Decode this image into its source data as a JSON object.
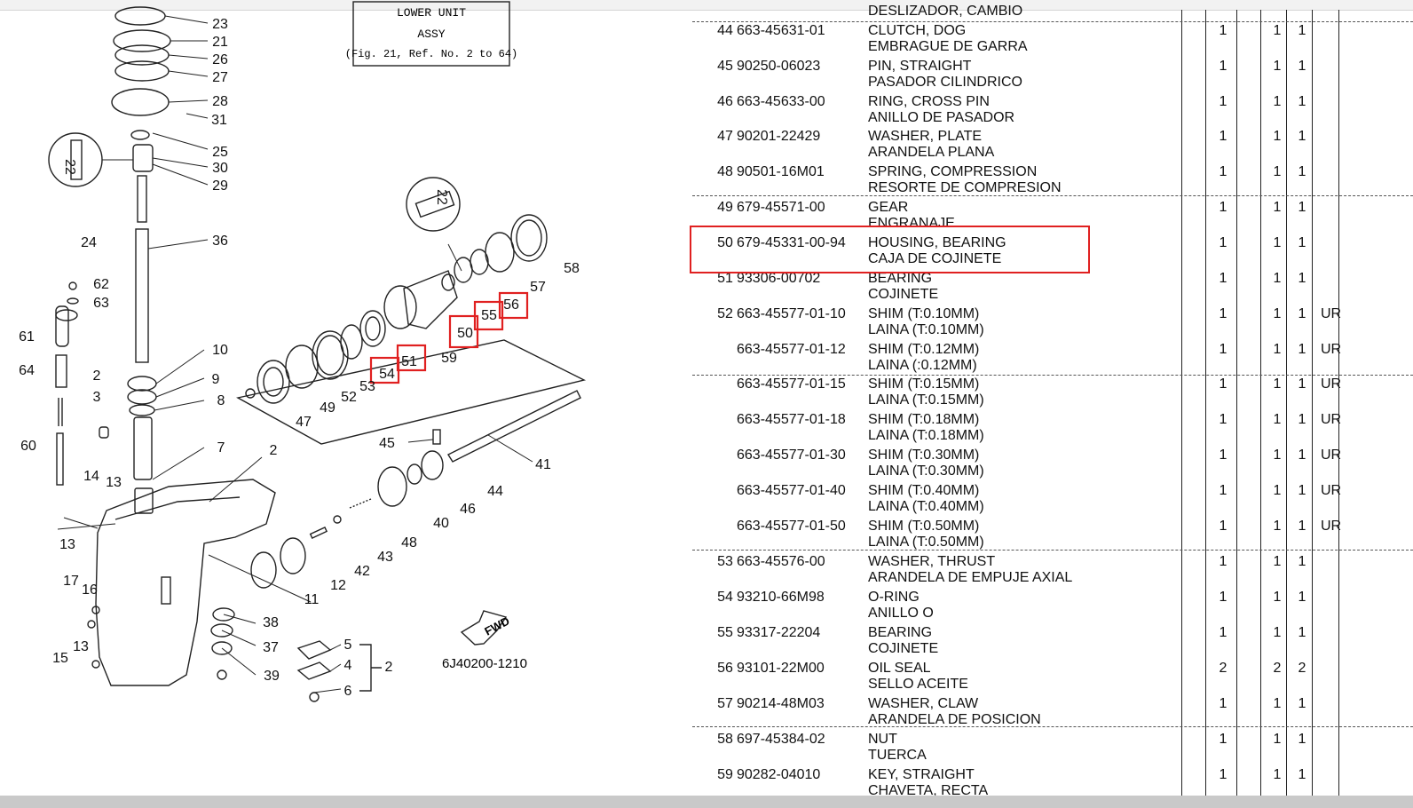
{
  "diagram": {
    "title_lines": [
      "LOWER UNIT",
      "ASSY",
      "(Fig. 21, Ref. No. 2 to 64)"
    ],
    "code": "6J40200-1210",
    "fwd_label": "FWD",
    "callouts": [
      "23",
      "21",
      "26",
      "27",
      "28",
      "31",
      "25",
      "30",
      "29",
      "36",
      "24",
      "62",
      "63",
      "61",
      "64",
      "10",
      "9",
      "8",
      "2",
      "3",
      "60",
      "7",
      "2",
      "14",
      "13",
      "13",
      "17",
      "16",
      "13",
      "15",
      "47",
      "49",
      "52",
      "53",
      "54",
      "51",
      "50",
      "59",
      "55",
      "56",
      "57",
      "58",
      "45",
      "41",
      "44",
      "46",
      "40",
      "48",
      "43",
      "42",
      "12",
      "11",
      "38",
      "37",
      "39",
      "5",
      "4",
      "6",
      "2",
      "22",
      "22"
    ]
  },
  "parts": [
    {
      "ref": "",
      "pn": "",
      "en": "",
      "es": "DESLIZADOR, CAMBIO",
      "q1": "",
      "q2": "",
      "q3": "",
      "rem": ""
    },
    {
      "ref": "44",
      "pn": "663-45631-01",
      "en": "CLUTCH, DOG",
      "es": "EMBRAGUE DE GARRA",
      "q1": "1",
      "q2": "1",
      "q3": "1",
      "rem": ""
    },
    {
      "ref": "45",
      "pn": "90250-06023",
      "en": "PIN, STRAIGHT",
      "es": "PASADOR CILINDRICO",
      "q1": "1",
      "q2": "1",
      "q3": "1",
      "rem": ""
    },
    {
      "ref": "46",
      "pn": "663-45633-00",
      "en": "RING, CROSS PIN",
      "es": "ANILLO DE PASADOR",
      "q1": "1",
      "q2": "1",
      "q3": "1",
      "rem": ""
    },
    {
      "ref": "47",
      "pn": "90201-22429",
      "en": "WASHER, PLATE",
      "es": "ARANDELA PLANA",
      "q1": "1",
      "q2": "1",
      "q3": "1",
      "rem": ""
    },
    {
      "ref": "48",
      "pn": "90501-16M01",
      "en": "SPRING, COMPRESSION",
      "es": "RESORTE  DE COMPRESION",
      "q1": "1",
      "q2": "1",
      "q3": "1",
      "rem": ""
    },
    {
      "ref": "49",
      "pn": "679-45571-00",
      "en": "GEAR",
      "es": "ENGRANAJE",
      "q1": "1",
      "q2": "1",
      "q3": "1",
      "rem": ""
    },
    {
      "ref": "50",
      "pn": "679-45331-00-94",
      "en": "HOUSING, BEARING",
      "es": "CAJA DE COJINETE",
      "q1": "1",
      "q2": "1",
      "q3": "1",
      "rem": ""
    },
    {
      "ref": "51",
      "pn": "93306-00702",
      "en": "BEARING",
      "es": "COJINETE",
      "q1": "1",
      "q2": "1",
      "q3": "1",
      "rem": ""
    },
    {
      "ref": "52",
      "pn": "663-45577-01-10",
      "en": "SHIM (T:0.10MM)",
      "es": "LAINA (T:0.10MM)",
      "q1": "1",
      "q2": "1",
      "q3": "1",
      "rem": "UR"
    },
    {
      "ref": "",
      "pn": "663-45577-01-12",
      "en": "SHIM (T:0.12MM)",
      "es": "LAINA (:0.12MM)",
      "q1": "1",
      "q2": "1",
      "q3": "1",
      "rem": "UR"
    },
    {
      "ref": "",
      "pn": "663-45577-01-15",
      "en": "SHIM (T:0.15MM)",
      "es": "LAINA (T:0.15MM)",
      "q1": "1",
      "q2": "1",
      "q3": "1",
      "rem": "UR"
    },
    {
      "ref": "",
      "pn": "663-45577-01-18",
      "en": "SHIM (T:0.18MM)",
      "es": "LAINA (T:0.18MM)",
      "q1": "1",
      "q2": "1",
      "q3": "1",
      "rem": "UR"
    },
    {
      "ref": "",
      "pn": "663-45577-01-30",
      "en": "SHIM (T:0.30MM)",
      "es": "LAINA (T:0.30MM)",
      "q1": "1",
      "q2": "1",
      "q3": "1",
      "rem": "UR"
    },
    {
      "ref": "",
      "pn": "663-45577-01-40",
      "en": "SHIM (T:0.40MM)",
      "es": "LAINA (T:0.40MM)",
      "q1": "1",
      "q2": "1",
      "q3": "1",
      "rem": "UR"
    },
    {
      "ref": "",
      "pn": "663-45577-01-50",
      "en": "SHIM (T:0.50MM)",
      "es": "LAINA (T:0.50MM)",
      "q1": "1",
      "q2": "1",
      "q3": "1",
      "rem": "UR"
    },
    {
      "ref": "53",
      "pn": "663-45576-00",
      "en": "WASHER, THRUST",
      "es": "ARANDELA DE EMPUJE AXIAL",
      "q1": "1",
      "q2": "1",
      "q3": "1",
      "rem": ""
    },
    {
      "ref": "54",
      "pn": "93210-66M98",
      "en": "O-RING",
      "es": "ANILLO O",
      "q1": "1",
      "q2": "1",
      "q3": "1",
      "rem": ""
    },
    {
      "ref": "55",
      "pn": "93317-22204",
      "en": "BEARING",
      "es": "COJINETE",
      "q1": "1",
      "q2": "1",
      "q3": "1",
      "rem": ""
    },
    {
      "ref": "56",
      "pn": "93101-22M00",
      "en": "OIL SEAL",
      "es": "SELLO ACEITE",
      "q1": "2",
      "q2": "2",
      "q3": "2",
      "rem": ""
    },
    {
      "ref": "57",
      "pn": "90214-48M03",
      "en": "WASHER, CLAW",
      "es": "ARANDELA  DE POSICION",
      "q1": "1",
      "q2": "1",
      "q3": "1",
      "rem": ""
    },
    {
      "ref": "58",
      "pn": "697-45384-02",
      "en": "NUT",
      "es": "TUERCA",
      "q1": "1",
      "q2": "1",
      "q3": "1",
      "rem": ""
    },
    {
      "ref": "59",
      "pn": "90282-04010",
      "en": "KEY, STRAIGHT",
      "es": "CHAVETA, RECTA",
      "q1": "1",
      "q2": "1",
      "q3": "1",
      "rem": ""
    }
  ],
  "highlight_color": "#e02020"
}
